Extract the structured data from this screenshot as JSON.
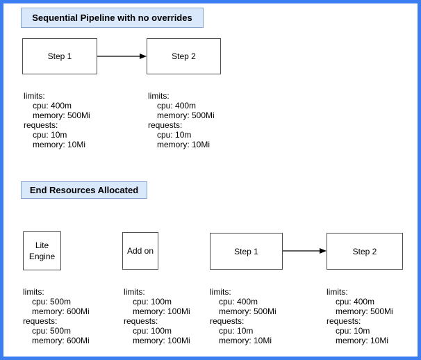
{
  "colors": {
    "frame": "#3c7df2",
    "title-fill": "#dae8fc",
    "title-border": "#80a2cc",
    "node-fill": "#ffffff",
    "node-border": "#4d4d4d",
    "line": "#000000"
  },
  "sections": {
    "pipeline": {
      "title": "Sequential Pipeline with no overrides",
      "nodes": [
        {
          "label": "Step 1"
        },
        {
          "label": "Step 2"
        }
      ],
      "resources": [
        {
          "lines": [
            "limits:",
            "cpu: 400m",
            "memory: 500Mi",
            "requests:",
            "cpu: 10m",
            "memory: 10Mi"
          ]
        },
        {
          "lines": [
            "limits:",
            "cpu: 400m",
            "memory: 500Mi",
            "requests:",
            "cpu: 10m",
            "memory: 10Mi"
          ]
        }
      ]
    },
    "end_resources": {
      "title": "End Resources Allocated",
      "nodes": [
        {
          "label": "Lite Engine"
        },
        {
          "label": "Add on"
        },
        {
          "label": "Step 1"
        },
        {
          "label": "Step 2"
        }
      ],
      "resources": [
        {
          "lines": [
            "limits:",
            "cpu: 500m",
            "memory: 600Mi",
            "requests:",
            "cpu: 500m",
            "memory: 600Mi"
          ]
        },
        {
          "lines": [
            "limits:",
            "cpu: 100m",
            "memory: 100Mi",
            "requests:",
            "cpu: 100m",
            "memory: 100Mi"
          ]
        },
        {
          "lines": [
            "limits:",
            "cpu: 400m",
            "memory: 500Mi",
            "requests:",
            "cpu: 10m",
            "memory: 10Mi"
          ]
        },
        {
          "lines": [
            "limits:",
            "cpu: 400m",
            "memory: 500Mi",
            "requests:",
            "cpu: 10m",
            "memory: 10Mi"
          ]
        }
      ]
    }
  }
}
